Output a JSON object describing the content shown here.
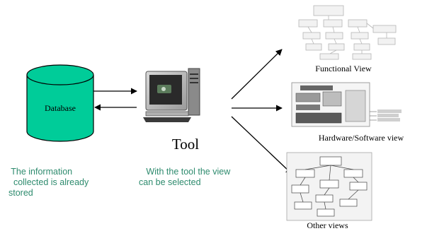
{
  "diagram": {
    "database_label": "Database",
    "tool_label": "Tool",
    "views": [
      {
        "label": "Functional View"
      },
      {
        "label": "Hardware/Software view"
      },
      {
        "label": "Other views"
      }
    ],
    "notes": {
      "left": " The information\n  collected is already\nstored",
      "middle": "   With the tool the view\ncan be selected"
    },
    "colors": {
      "database_fill": "#00cc99",
      "note_text": "#2e8b6e",
      "arrow": "#000000"
    }
  }
}
